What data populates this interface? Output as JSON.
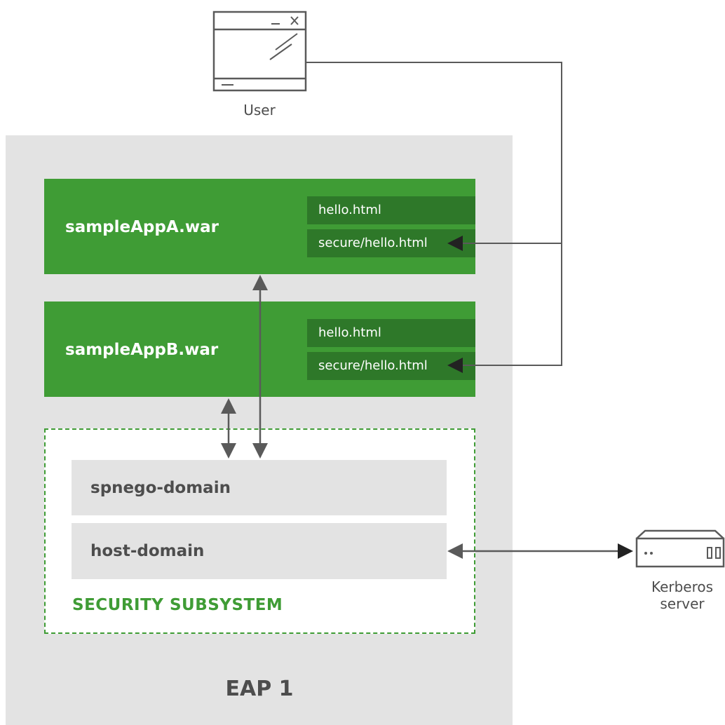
{
  "user": {
    "label": "User",
    "icon": "browser-window-icon"
  },
  "eap": {
    "label": "EAP 1"
  },
  "apps": [
    {
      "name": "sampleAppA.war",
      "files": [
        "hello.html",
        "secure/hello.html"
      ]
    },
    {
      "name": "sampleAppB.war",
      "files": [
        "hello.html",
        "secure/hello.html"
      ]
    }
  ],
  "security": {
    "label": "SECURITY SUBSYSTEM",
    "domains": [
      "spnego-domain",
      "host-domain"
    ]
  },
  "kerberos": {
    "label_line1": "Kerberos",
    "label_line2": "server",
    "icon": "server-icon"
  },
  "colors": {
    "green": "#3f9c35",
    "dark_green": "#2e7829",
    "panel_gray": "#e3e3e3",
    "text_gray": "#4d4d4d"
  }
}
